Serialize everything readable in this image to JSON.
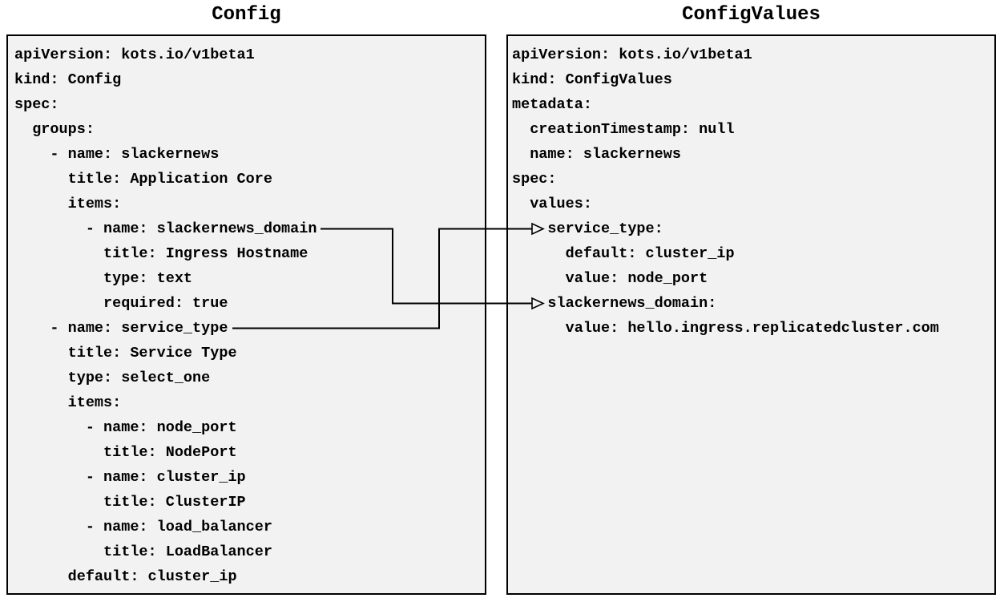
{
  "diagram": {
    "background": "#ffffff",
    "colors": {
      "panel_fill": "#f2f2f2",
      "panel_border": "#000000",
      "text": "#000000",
      "connector": "#000000"
    },
    "panels": {
      "config": {
        "title": "Config",
        "yaml_lines": [
          "apiVersion: kots.io/v1beta1",
          "kind: Config",
          "spec:",
          "  groups:",
          "    - name: slackernews",
          "      title: Application Core",
          "      items:",
          "        - name: slackernews_domain",
          "          title: Ingress Hostname",
          "          type: text",
          "          required: true",
          "    - name: service_type",
          "      title: Service Type",
          "      type: select_one",
          "      items:",
          "        - name: node_port",
          "          title: NodePort",
          "        - name: cluster_ip",
          "          title: ClusterIP",
          "        - name: load_balancer",
          "          title: LoadBalancer",
          "      default: cluster_ip"
        ]
      },
      "configvalues": {
        "title": "ConfigValues",
        "yaml_lines": [
          "apiVersion: kots.io/v1beta1",
          "kind: ConfigValues",
          "metadata:",
          "  creationTimestamp: null",
          "  name: slackernews",
          "spec:",
          "  values:",
          "    service_type:",
          "      default: cluster_ip",
          "      value: node_port",
          "    slackernews_domain:",
          "      value: hello.ingress.replicatedcluster.com"
        ]
      }
    },
    "connectors": [
      {
        "from": "Config item: slackernews_domain",
        "to": "ConfigValues value: slackernews_domain"
      },
      {
        "from": "Config item: service_type",
        "to": "ConfigValues value: service_type"
      }
    ]
  }
}
